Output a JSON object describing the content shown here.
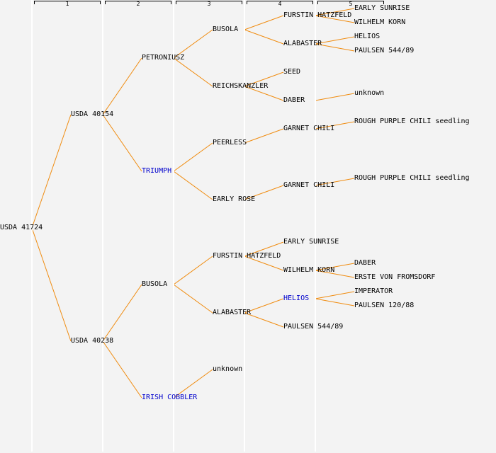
{
  "colors": {
    "background": "#f3f3f3",
    "connector": "#f08c10",
    "text": "#000000",
    "link_text": "#0000cc",
    "separator": "#ffffff"
  },
  "generation_headers": [
    "1",
    "2",
    "3",
    "4",
    "5"
  ],
  "pedigree": {
    "name": "USDA 41724",
    "link": false,
    "children": [
      {
        "name": "USDA 40154",
        "link": false,
        "children": [
          {
            "name": "PETRONIUSZ",
            "link": false,
            "children": [
              {
                "name": "BUSOLA",
                "link": false,
                "children": [
                  {
                    "name": "FURSTIN HATZFELD",
                    "link": false,
                    "children": [
                      {
                        "name": "EARLY SUNRISE",
                        "link": false
                      },
                      {
                        "name": "WILHELM KORN",
                        "link": false
                      }
                    ]
                  },
                  {
                    "name": "ALABASTER",
                    "link": false,
                    "children": [
                      {
                        "name": "HELIOS",
                        "link": false
                      },
                      {
                        "name": "PAULSEN 544/89",
                        "link": false
                      }
                    ]
                  }
                ]
              },
              {
                "name": "REICHSKANZLER",
                "link": false,
                "children": [
                  {
                    "name": "SEED",
                    "link": false
                  },
                  {
                    "name": "DABER",
                    "link": false,
                    "children": [
                      {
                        "name": "unknown",
                        "link": false
                      }
                    ]
                  }
                ]
              }
            ]
          },
          {
            "name": "TRIUMPH",
            "link": true,
            "children": [
              {
                "name": "PEERLESS",
                "link": false,
                "children": [
                  {
                    "name": "GARNET CHILI",
                    "link": false,
                    "children": [
                      {
                        "name": "ROUGH PURPLE CHILI seedling",
                        "link": false
                      }
                    ]
                  }
                ]
              },
              {
                "name": "EARLY ROSE",
                "link": false,
                "children": [
                  {
                    "name": "GARNET CHILI",
                    "link": false,
                    "children": [
                      {
                        "name": "ROUGH PURPLE CHILI seedling",
                        "link": false
                      }
                    ]
                  }
                ]
              }
            ]
          }
        ]
      },
      {
        "name": "USDA 40238",
        "link": false,
        "children": [
          {
            "name": "BUSOLA",
            "link": false,
            "children": [
              {
                "name": "FURSTIN HATZFELD",
                "link": false,
                "children": [
                  {
                    "name": "EARLY SUNRISE",
                    "link": false
                  },
                  {
                    "name": "WILHELM KORN",
                    "link": false,
                    "children": [
                      {
                        "name": "DABER",
                        "link": false
                      },
                      {
                        "name": "ERSTE VON FROMSDORF",
                        "link": false
                      }
                    ]
                  }
                ]
              },
              {
                "name": "ALABASTER",
                "link": false,
                "children": [
                  {
                    "name": "HELIOS",
                    "link": true,
                    "children": [
                      {
                        "name": "IMPERATOR",
                        "link": false
                      },
                      {
                        "name": "PAULSEN 120/88",
                        "link": false
                      }
                    ]
                  },
                  {
                    "name": "PAULSEN 544/89",
                    "link": false
                  }
                ]
              }
            ]
          },
          {
            "name": "IRISH COBBLER",
            "link": true,
            "children": [
              {
                "name": "unknown",
                "link": false
              }
            ]
          }
        ]
      }
    ]
  }
}
